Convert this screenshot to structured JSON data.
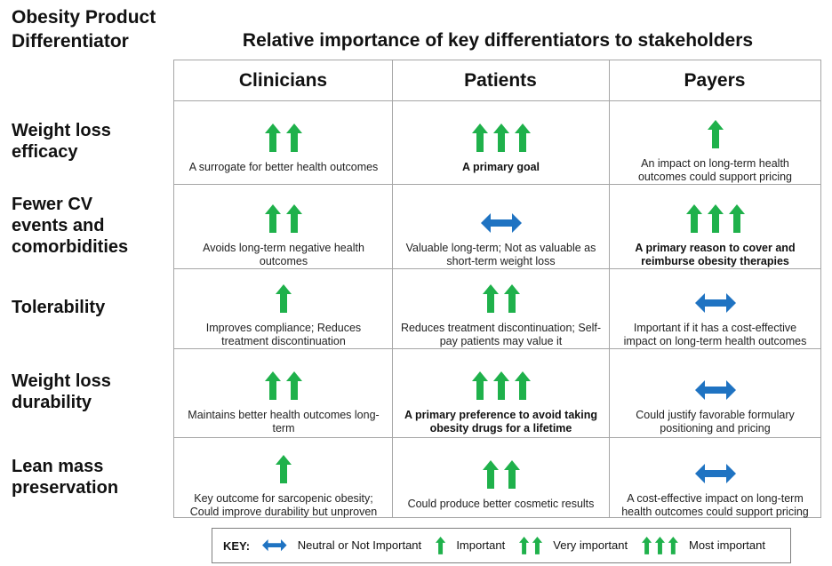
{
  "title": "Obesity Product Differentiator",
  "subtitle": "Relative importance of key differentiators to stakeholders",
  "columns": [
    "Clinicians",
    "Patients",
    "Payers"
  ],
  "rows": [
    {
      "label": "Weight loss efficacy",
      "cells": [
        {
          "level": "very_important",
          "text": "A surrogate for better health outcomes",
          "bold": false
        },
        {
          "level": "most_important",
          "text": "A primary goal",
          "bold": true
        },
        {
          "level": "important",
          "text": "An impact on long-term health outcomes could support pricing",
          "bold": false
        }
      ]
    },
    {
      "label": "Fewer CV events and comorbidities",
      "cells": [
        {
          "level": "very_important",
          "text": "Avoids long-term negative health outcomes",
          "bold": false
        },
        {
          "level": "neutral",
          "text": "Valuable long-term; Not as valuable as short-term weight loss",
          "bold": false
        },
        {
          "level": "most_important",
          "text": "A primary reason to cover and reimburse obesity therapies",
          "bold": true
        }
      ]
    },
    {
      "label": "Tolerability",
      "cells": [
        {
          "level": "important",
          "text": "Improves compliance; Reduces treatment discontinuation",
          "bold": false
        },
        {
          "level": "very_important",
          "text": "Reduces treatment discontinuation; Self-pay patients may value it",
          "bold": false
        },
        {
          "level": "neutral",
          "text": "Important if it has a cost-effective impact on long-term health outcomes",
          "bold": false
        }
      ]
    },
    {
      "label": "Weight loss durability",
      "cells": [
        {
          "level": "very_important",
          "text": "Maintains better health outcomes long-term",
          "bold": false
        },
        {
          "level": "most_important",
          "text": "A primary preference to avoid taking obesity drugs for a lifetime",
          "bold": true
        },
        {
          "level": "neutral",
          "text": "Could justify favorable formulary positioning and pricing",
          "bold": false
        }
      ]
    },
    {
      "label": "Lean mass preservation",
      "cells": [
        {
          "level": "important",
          "text": "Key outcome for sarcopenic obesity; Could improve durability but unproven",
          "bold": false
        },
        {
          "level": "very_important",
          "text": "Could produce better cosmetic results",
          "bold": false
        },
        {
          "level": "neutral",
          "text": "A cost-effective impact on long-term health outcomes could support pricing",
          "bold": false
        }
      ]
    }
  ],
  "key": {
    "title": "KEY:",
    "items": [
      {
        "level": "neutral",
        "label": "Neutral or Not Important"
      },
      {
        "level": "important",
        "label": "Important"
      },
      {
        "level": "very_important",
        "label": "Very important"
      },
      {
        "level": "most_important",
        "label": "Most important"
      }
    ]
  },
  "colors": {
    "up_arrow": "#1fb14b",
    "neutral_arrow": "#1f73c2",
    "grid": "#a6a6a6"
  },
  "icons": {
    "important": "green-up-arrow-icon",
    "very_important": "double-green-up-arrow-icon",
    "most_important": "triple-green-up-arrow-icon",
    "neutral": "blue-double-headed-arrow-icon"
  }
}
